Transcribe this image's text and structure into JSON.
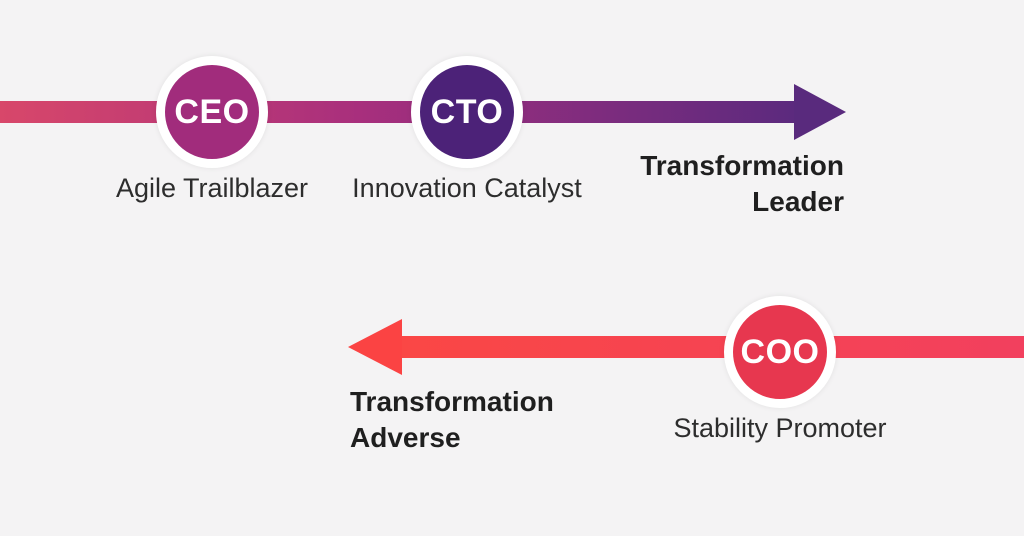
{
  "canvas": {
    "background": "#f4f3f4"
  },
  "top": {
    "arrow": {
      "direction": "right",
      "gradient_from": "#d8476a",
      "gradient_via": "#a82f7d",
      "gradient_to": "#5b2a7e",
      "head_color": "#592a7d"
    },
    "nodes": [
      {
        "role": "CEO",
        "label": "Agile Trailblazer",
        "color": "#a12c7c"
      },
      {
        "role": "CTO",
        "label": "Innovation Catalyst",
        "color": "#4c2278"
      }
    ],
    "caption": {
      "line1": "Transformation",
      "line2": "Leader"
    }
  },
  "bottom": {
    "arrow": {
      "direction": "left",
      "gradient_from": "#fa4745",
      "gradient_to": "#f2405e",
      "head_color": "#fb4343"
    },
    "nodes": [
      {
        "role": "COO",
        "label": "Stability Promoter",
        "color": "#e7374f"
      }
    ],
    "caption": {
      "line1": "Transformation",
      "line2": "Adverse"
    }
  }
}
